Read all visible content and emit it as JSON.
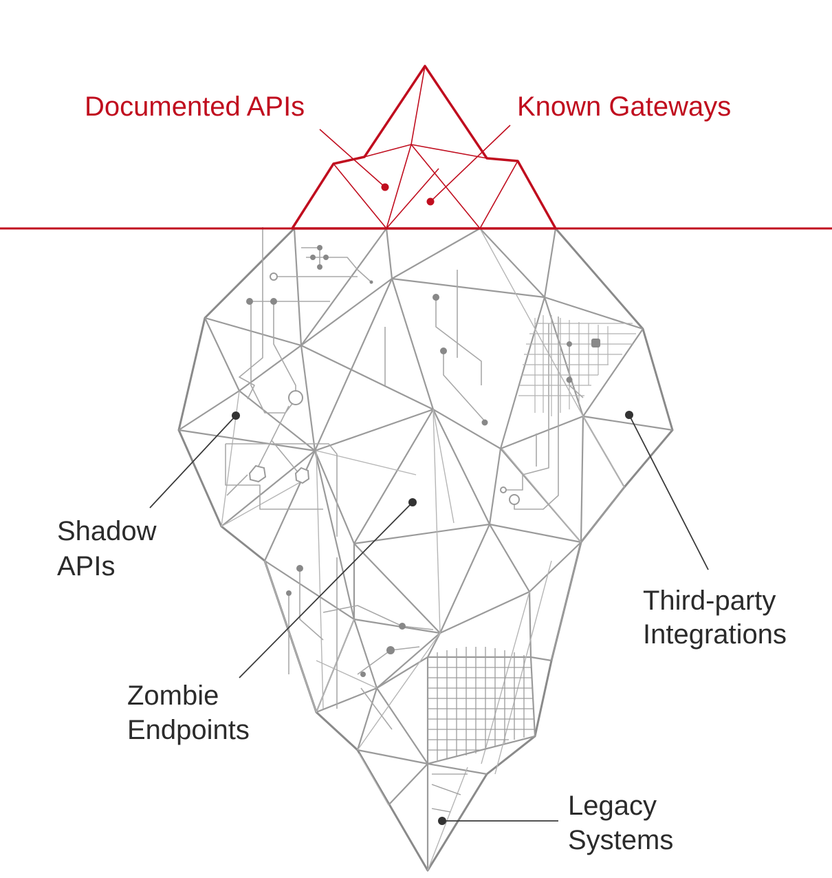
{
  "colors": {
    "surface": "#c00d1e",
    "outline": "#8a8a8a",
    "inner": "#9a9a9a",
    "circuit": "#a8a8a8",
    "label_dark": "#2b2b2b",
    "leader_dark": "#3a3a3a",
    "background": "#ffffff"
  },
  "labels": {
    "documented_apis": "Documented APIs",
    "known_gateways": "Known Gateways",
    "shadow_apis": [
      "Shadow",
      "APIs"
    ],
    "zombie_endpoints": [
      "Zombie",
      "Endpoints"
    ],
    "third_party": [
      "Third-party",
      "Integrations"
    ],
    "legacy_systems": [
      "Legacy",
      "Systems"
    ]
  }
}
